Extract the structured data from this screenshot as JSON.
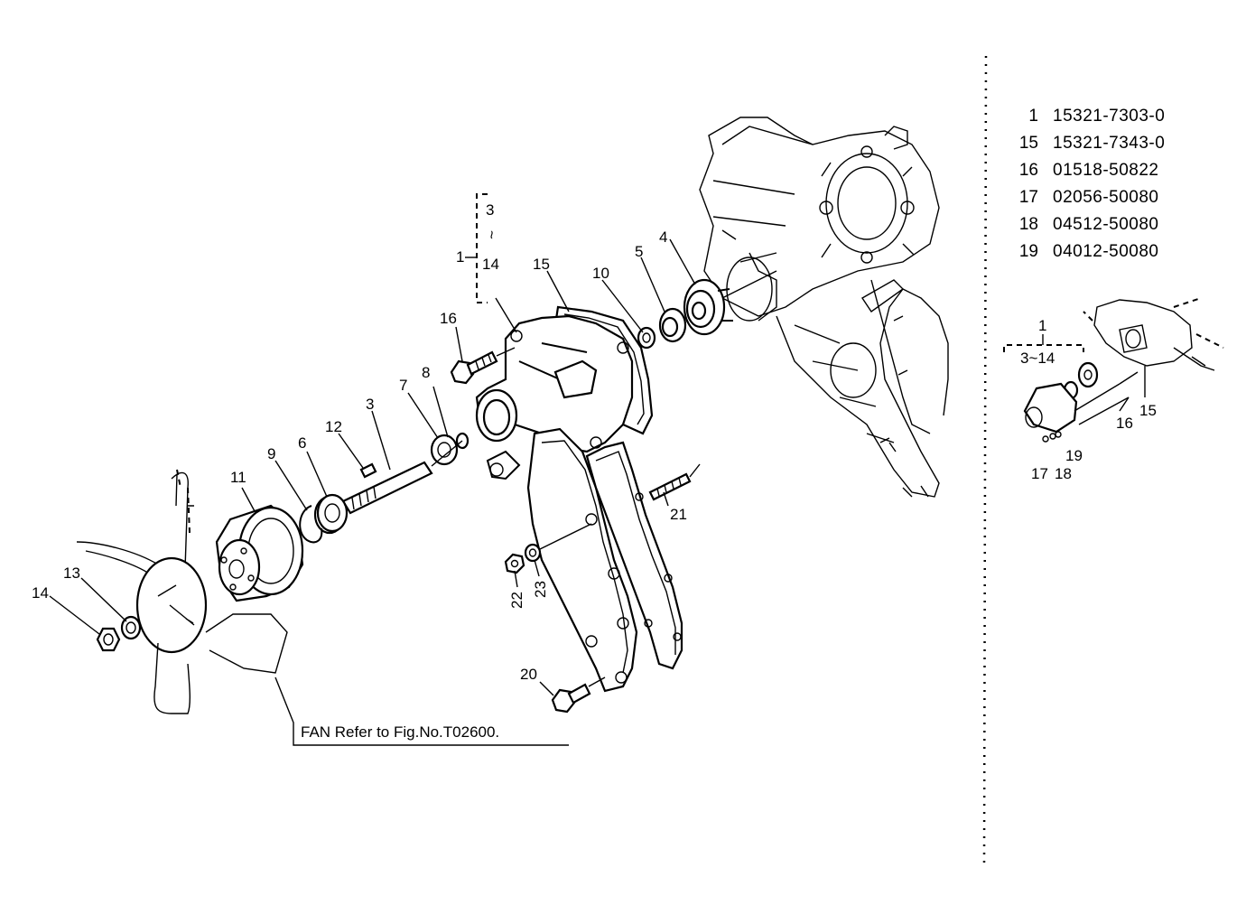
{
  "labels": {
    "l1": "1",
    "l3a": "3",
    "l3b": "3",
    "l4": "4",
    "l5": "5",
    "l6": "6",
    "l7": "7",
    "l8": "8",
    "l9": "9",
    "l10": "10",
    "l11": "11",
    "l12": "12",
    "l13": "13",
    "l14a": "14",
    "l14b": "14",
    "l15": "15",
    "l16": "16",
    "l20": "20",
    "l21": "21",
    "l22": "22",
    "l23": "23",
    "tilde": "~"
  },
  "fan_note": "FAN  Refer  to  Fig.No.T02600.",
  "parts_table": [
    {
      "ref": "1",
      "part_no": "15321-7303-0"
    },
    {
      "ref": "15",
      "part_no": "15321-7343-0"
    },
    {
      "ref": "16",
      "part_no": "01518-50822"
    },
    {
      "ref": "17",
      "part_no": "02056-50080"
    },
    {
      "ref": "18",
      "part_no": "04512-50080"
    },
    {
      "ref": "19",
      "part_no": "04012-50080"
    }
  ],
  "inset": {
    "l1": "1",
    "l3_14": "3~14",
    "l15": "15",
    "l16": "16",
    "l17": "17",
    "l18": "18",
    "l19": "19"
  }
}
